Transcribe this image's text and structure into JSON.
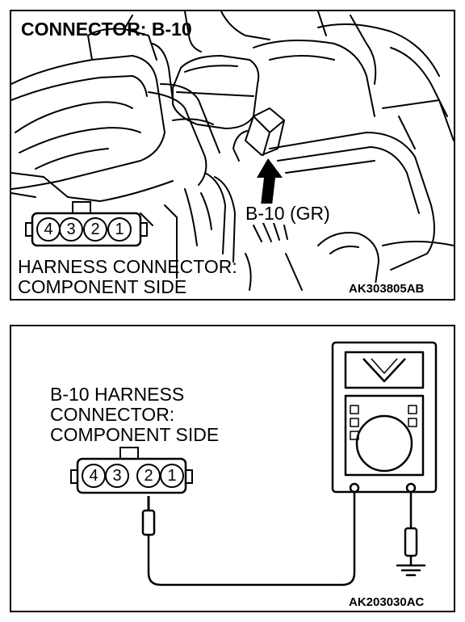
{
  "top": {
    "title": "CONNECTOR: B-10",
    "callout": "B-10 (GR)",
    "caption_line1": "HARNESS CONNECTOR:",
    "caption_line2": "COMPONENT SIDE",
    "figure_code": "AK303805AB",
    "pins": [
      "4",
      "3",
      "2",
      "1"
    ]
  },
  "bottom": {
    "label_line1": "B-10 HARNESS",
    "label_line2": "CONNECTOR:",
    "label_line3": "COMPONENT SIDE",
    "figure_code": "AK203030AC",
    "pins": [
      "4",
      "3",
      "2",
      "1"
    ],
    "meter_icon": "voltmeter-icon"
  }
}
